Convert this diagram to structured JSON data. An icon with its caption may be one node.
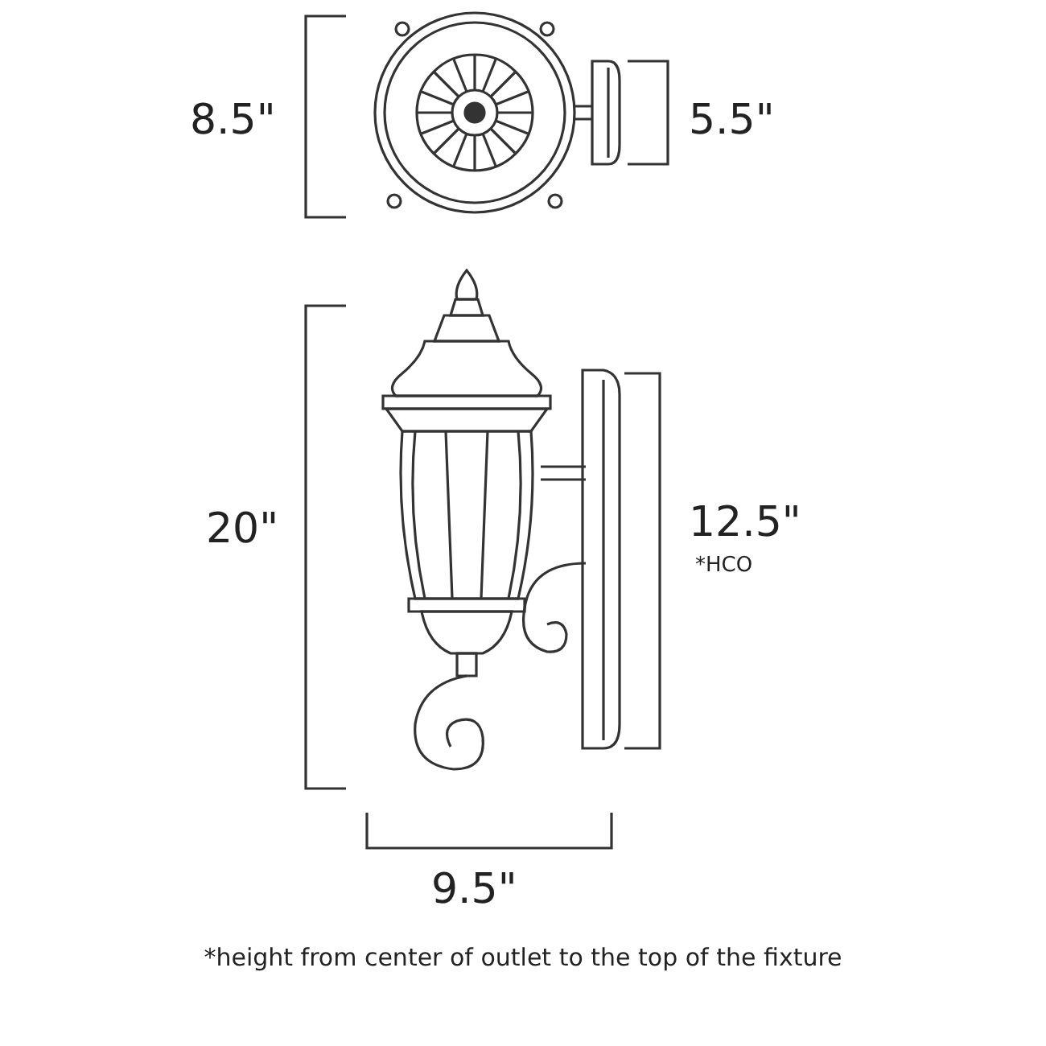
{
  "diagram": {
    "caption": "*height from center of outlet to the top of the fixture",
    "labels": [
      "8.5\"",
      "5.5\"",
      "20\"",
      "12.5\"",
      "*HCO",
      "9.5\""
    ]
  }
}
